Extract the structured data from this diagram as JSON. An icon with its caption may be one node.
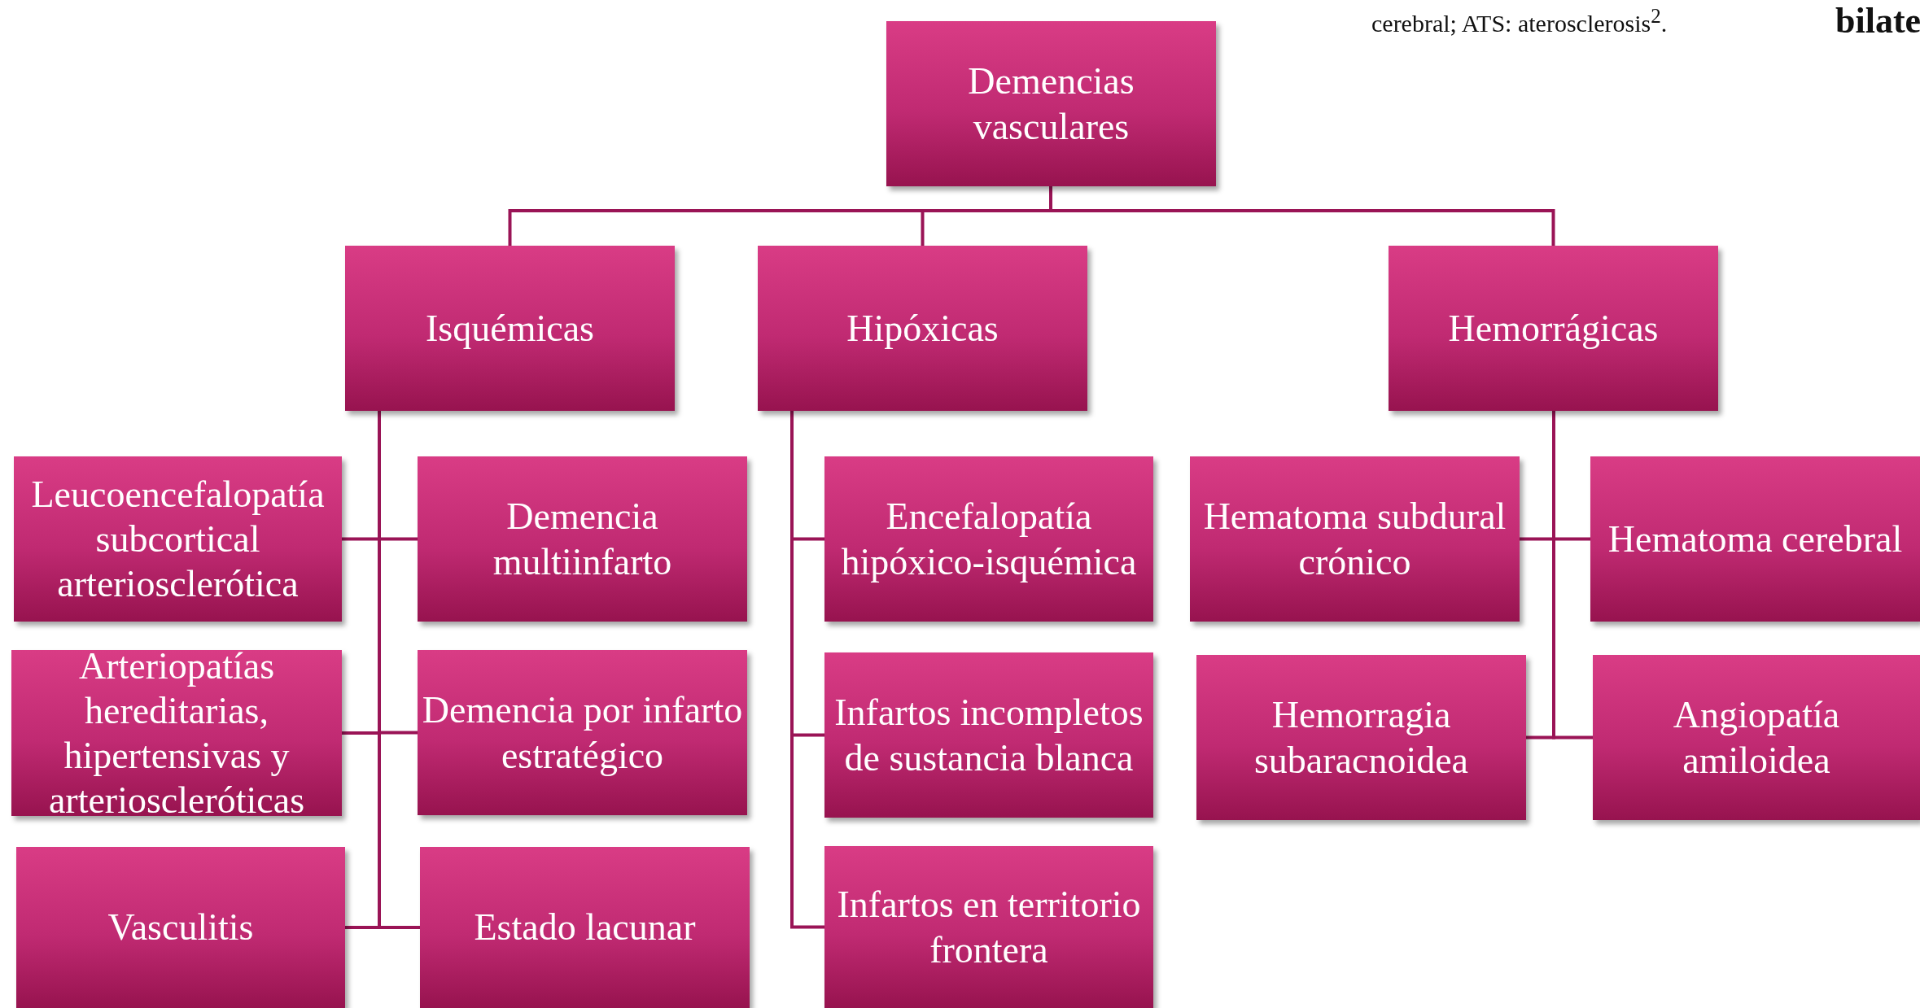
{
  "diagram": {
    "nodes": [
      {
        "text": [
          "Demencias vasculares"
        ]
      },
      {
        "text": [
          "Isquémicas"
        ]
      },
      {
        "text": [
          "Hipóxicas"
        ]
      },
      {
        "text": [
          "Hemorrágicas"
        ]
      },
      {
        "text": [
          "Leucoencefalopatía subcortical arteriosclerótica"
        ]
      },
      {
        "text": [
          "Demencia multiinfarto"
        ]
      },
      {
        "text": [
          "Arteriopatías hereditarias, hipertensivas y arterioscleróticas"
        ]
      },
      {
        "text": [
          "Demencia por infarto estratégico"
        ]
      },
      {
        "text": [
          "Vasculitis"
        ]
      },
      {
        "text": [
          "Estado lacunar"
        ]
      },
      {
        "text": [
          "Encefalopatía hipóxico-isquémica"
        ]
      },
      {
        "text": [
          "Infartos incompletos de sustancia blanca"
        ]
      },
      {
        "text": [
          "Infartos en territorio frontera"
        ]
      },
      {
        "text": [
          "Hematoma subdural crónico"
        ]
      },
      {
        "text": [
          "Hematoma cerebral"
        ]
      },
      {
        "text": [
          "Hemorragia subaracnoidea"
        ]
      },
      {
        "text": [
          "Angiopatía amiloidea"
        ]
      }
    ],
    "edges": [
      {
        "from": 0,
        "to": 1,
        "arrow": "none"
      },
      {
        "from": 0,
        "to": 2,
        "arrow": "none"
      },
      {
        "from": 0,
        "to": 3,
        "arrow": "none"
      },
      {
        "from": 1,
        "to": 4,
        "arrow": "none"
      },
      {
        "from": 1,
        "to": 5,
        "arrow": "none"
      },
      {
        "from": 1,
        "to": 6,
        "arrow": "none"
      },
      {
        "from": 1,
        "to": 7,
        "arrow": "none"
      },
      {
        "from": 1,
        "to": 8,
        "arrow": "none"
      },
      {
        "from": 1,
        "to": 9,
        "arrow": "none"
      },
      {
        "from": 2,
        "to": 10,
        "arrow": "none"
      },
      {
        "from": 2,
        "to": 11,
        "arrow": "none"
      },
      {
        "from": 2,
        "to": 12,
        "arrow": "none"
      },
      {
        "from": 3,
        "to": 13,
        "arrow": "none"
      },
      {
        "from": 3,
        "to": 14,
        "arrow": "none"
      },
      {
        "from": 3,
        "to": 15,
        "arrow": "none"
      },
      {
        "from": 3,
        "to": 16,
        "arrow": "none"
      }
    ],
    "labels": [
      "cerebral; ATS: aterosclerosis$^{2}$.",
      "bilate"
    ]
  }
}
